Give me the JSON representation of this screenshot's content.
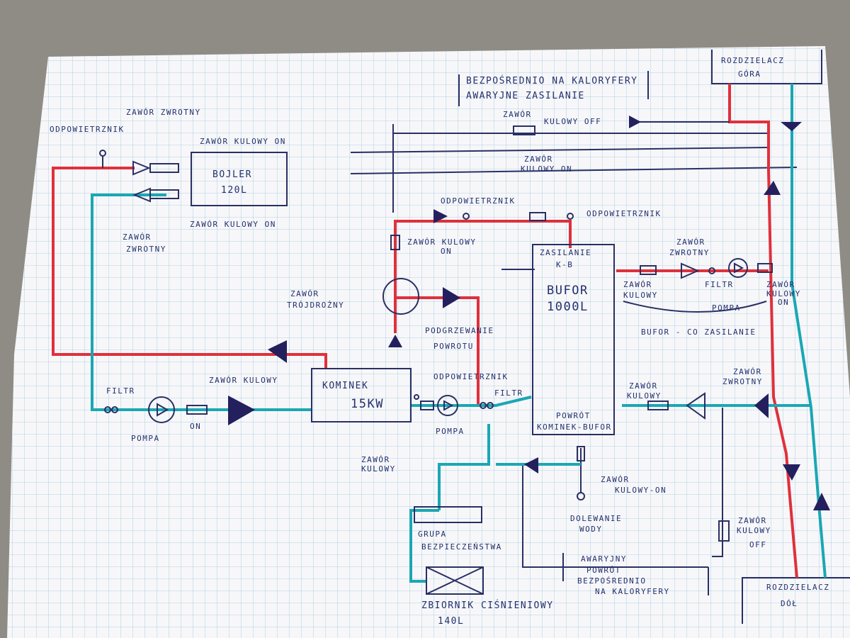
{
  "diagram": {
    "top_notes": {
      "line1": "BEZPOŚREDNIO NA KALORYFERY",
      "line2": "AWARYJNE ZASILANIE"
    },
    "blocks": {
      "bojler": {
        "line1": "BOJLER",
        "line2": "120L"
      },
      "kominek": {
        "line1": "KOMINEK",
        "line2": "15KW"
      },
      "bufor": {
        "top1": "ZASILANIE",
        "top2": "K-B",
        "name1": "BUFOR",
        "name2": "1000L",
        "bottom1": "POWRÓT",
        "bottom2": "KOMINEK-BUFOR"
      },
      "rozdzielacz_gora": {
        "line1": "ROZDZIELACZ",
        "line2": "GÓRA"
      },
      "rozdzielacz_dol": {
        "line1": "ROZDZIELACZ",
        "line2": "DÓŁ"
      },
      "grupa": {
        "line1": "GRUPA",
        "line2": "BEZPIECZEŃSTWA"
      },
      "zbiornik": {
        "line1": "ZBIORNIK CIŚNIENIOWY",
        "line2": "140L"
      }
    },
    "labels": {
      "odpowietrznik_1": "ODPOWIETRZNIK",
      "zawor_zwrotny_top": "ZAWÓR ZWROTNY",
      "zawor_kulowy_on_top": "ZAWÓR KULOWY ON",
      "zawor_kulowy_on_bottom": "ZAWÓR KULOWY ON",
      "zawor_zwrotny_bottom_1": "ZAWÓR",
      "zawor_zwrotny_bottom_2": "ZWROTNY",
      "zawor_kulowy_off_top_1": "ZAWÓR",
      "zawor_kulowy_off_top_2": "KULOWY OFF",
      "zawor_kulowy_on_mid_1": "ZAWÓR",
      "zawor_kulowy_on_mid_2": "KULOWY ON",
      "odpowietrznik_2": "ODPOWIETRZNIK",
      "odpowietrznik_3": "ODPOWIETRZNIK",
      "zawor_kulowy_on_left_1": "ZAWÓR KULOWY",
      "zawor_kulowy_on_left_2": "ON",
      "zawor_trojdrozny_1": "ZAWÓR",
      "zawor_trojdrozny_2": "TRÓJDROŻNY",
      "podgrzewanie_1": "PODGRZEWANIE",
      "podgrzewanie_2": "POWROTU",
      "zawor_zwrotny_right_1": "ZAWÓR",
      "zawor_zwrotny_right_2": "ZWROTNY",
      "zawor_kulowy_right_1": "ZAWÓR",
      "zawor_kulowy_right_2": "KULOWY",
      "filtr_right": "FILTR",
      "pompa_right": "POMPA",
      "zawor_kulowy_on_far_1": "ZAWÓR",
      "zawor_kulowy_on_far_2": "KULOWY",
      "zawor_kulowy_on_far_3": "ON",
      "bufor_co": "BUFOR - CO ZASILANIE",
      "filtr_left": "FILTR",
      "zawor_kulowy_left": "ZAWÓR KULOWY",
      "pompa_left": "POMPA",
      "on_left": "ON",
      "odpowietrznik_4": "ODPOWIETRZNIK",
      "filtr_mid": "FILTR",
      "pompa_mid": "POMPA",
      "zawor_kulowy_mid_1": "ZAWÓR",
      "zawor_kulowy_mid_2": "KULOWY",
      "zawor_kulowy_ret_1": "ZAWÓR",
      "zawor_kulowy_ret_2": "KULOWY",
      "zawor_zwrotny_ret_1": "ZAWÓR",
      "zawor_zwrotny_ret_2": "ZWROTNY",
      "zawor_kulowy_on_bot_1": "ZAWÓR",
      "zawor_kulowy_on_bot_2": "KULOWY-ON",
      "dolewanie_1": "DOLEWANIE",
      "dolewanie_2": "WODY",
      "zawor_kulowy_off_bot_1": "ZAWÓR",
      "zawor_kulowy_off_bot_2": "KULOWY",
      "zawor_kulowy_off_bot_3": "OFF",
      "awaryjny_1": "AWARYJNY",
      "awaryjny_2": "POWRÓT",
      "awaryjny_3": "BEZPOŚREDNIO",
      "awaryjny_4": "NA KALORYFERY"
    },
    "colors": {
      "paper": "#f7f7f9",
      "grid": "#9ec6dd",
      "ink": "#23306e",
      "red_line": "#e0303c",
      "cyan_line": "#1aa7b4",
      "arrow": "#24205e",
      "background": "#8c8a86"
    }
  }
}
